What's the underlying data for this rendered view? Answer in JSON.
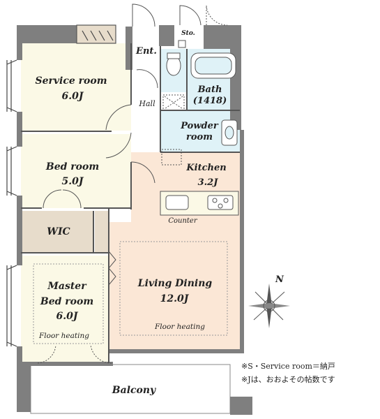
{
  "rooms": {
    "service_room": {
      "name": "Service room",
      "size": "6.0J"
    },
    "bed_room": {
      "name": "Bed room",
      "size": "5.0J"
    },
    "wic": {
      "name": "WIC"
    },
    "master_bed_room": {
      "name_line1": "Master",
      "name_line2": "Bed room",
      "size": "6.0J",
      "note": "Floor heating"
    },
    "entrance": {
      "name": "Ent."
    },
    "storage": {
      "name": "Sto."
    },
    "hall": {
      "name": "Hall"
    },
    "bath": {
      "name": "Bath",
      "size": "(1418)"
    },
    "powder_room": {
      "name_line1": "Powder",
      "name_line2": "room"
    },
    "kitchen": {
      "name": "Kitchen",
      "size": "3.2J"
    },
    "counter": {
      "name": "Counter"
    },
    "living_dining": {
      "name": "Living Dining",
      "size": "12.0J",
      "note": "Floor heating"
    },
    "balcony": {
      "name": "Balcony"
    }
  },
  "compass": {
    "label": "N"
  },
  "notes": [
    "※S・Service room＝納戸",
    "※Jは、おおよその帖数です"
  ],
  "colors": {
    "wall": "#7f7f7f",
    "room_cream": "#fbf9e6",
    "kitchen_peach": "#fbe7d6",
    "wet_blue": "#dff2f7",
    "wic_tan": "#e7dccb"
  }
}
